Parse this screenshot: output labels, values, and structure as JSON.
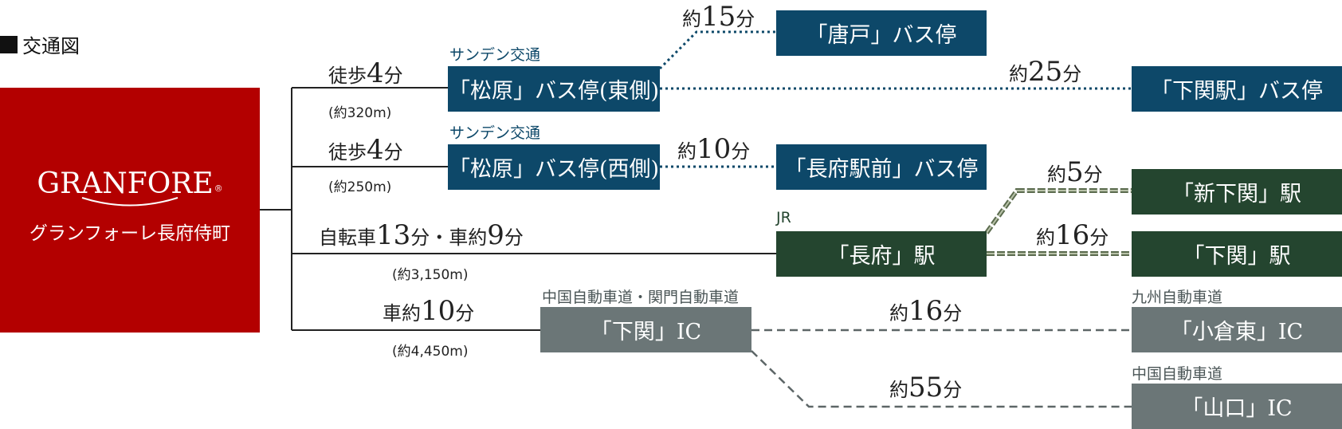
{
  "title": "交通図",
  "origin": {
    "logo": "GRANFORE",
    "logo_mark": "®",
    "name": "グランフォーレ長府侍町"
  },
  "routes": {
    "r1": {
      "mode": "徒歩",
      "time_num": "4",
      "time_unit": "分",
      "distance": "(約320m)"
    },
    "r2": {
      "mode": "徒歩",
      "time_num": "4",
      "time_unit": "分",
      "distance": "(約250m)"
    },
    "r3": {
      "mode1": "自転車",
      "num1": "13",
      "mid": "分・車約",
      "num2": "9",
      "unit": "分",
      "distance": "(約3,150m)"
    },
    "r4": {
      "mode": "車約",
      "time_num": "10",
      "time_unit": "分",
      "distance": "(約4,450m)"
    }
  },
  "operators": {
    "bus_east": "サンデン交通",
    "bus_west": "サンデン交通",
    "jr": "JR",
    "expressway": "中国自動車道・関門自動車道",
    "kyushu": "九州自動車道",
    "chugoku": "中国自動車道"
  },
  "stations": {
    "matsubara_east": "「松原」バス停(東側)",
    "matsubara_west": "「松原」バス停(西側)",
    "karato": "「唐戸」バス停",
    "shimonoseki_bus": "「下関駅」バス停",
    "chofu_ekimae": "「長府駅前」バス停",
    "chofu": "「長府」駅",
    "shin_shimonoseki": "「新下関」駅",
    "shimonoseki": "「下関」駅",
    "shimonoseki_ic": "「下関」IC",
    "kokura_higashi_ic": "「小倉東」IC",
    "yamaguchi_ic": "「山口」IC"
  },
  "times": {
    "to_karato": {
      "prefix": "約",
      "num": "15",
      "unit": "分"
    },
    "to_shimonoseki_bus": {
      "prefix": "約",
      "num": "25",
      "unit": "分"
    },
    "to_chofu_ekimae": {
      "prefix": "約",
      "num": "10",
      "unit": "分"
    },
    "to_shin_shimonoseki": {
      "prefix": "約",
      "num": "5",
      "unit": "分"
    },
    "to_shimonoseki": {
      "prefix": "約",
      "num": "16",
      "unit": "分"
    },
    "to_kokura_higashi": {
      "prefix": "約",
      "num": "16",
      "unit": "分"
    },
    "to_yamaguchi": {
      "prefix": "約",
      "num": "55",
      "unit": "分"
    }
  },
  "colors": {
    "origin": "#b30000",
    "bus": "#0d4869",
    "rail": "#24452f",
    "road": "#6b7677"
  }
}
